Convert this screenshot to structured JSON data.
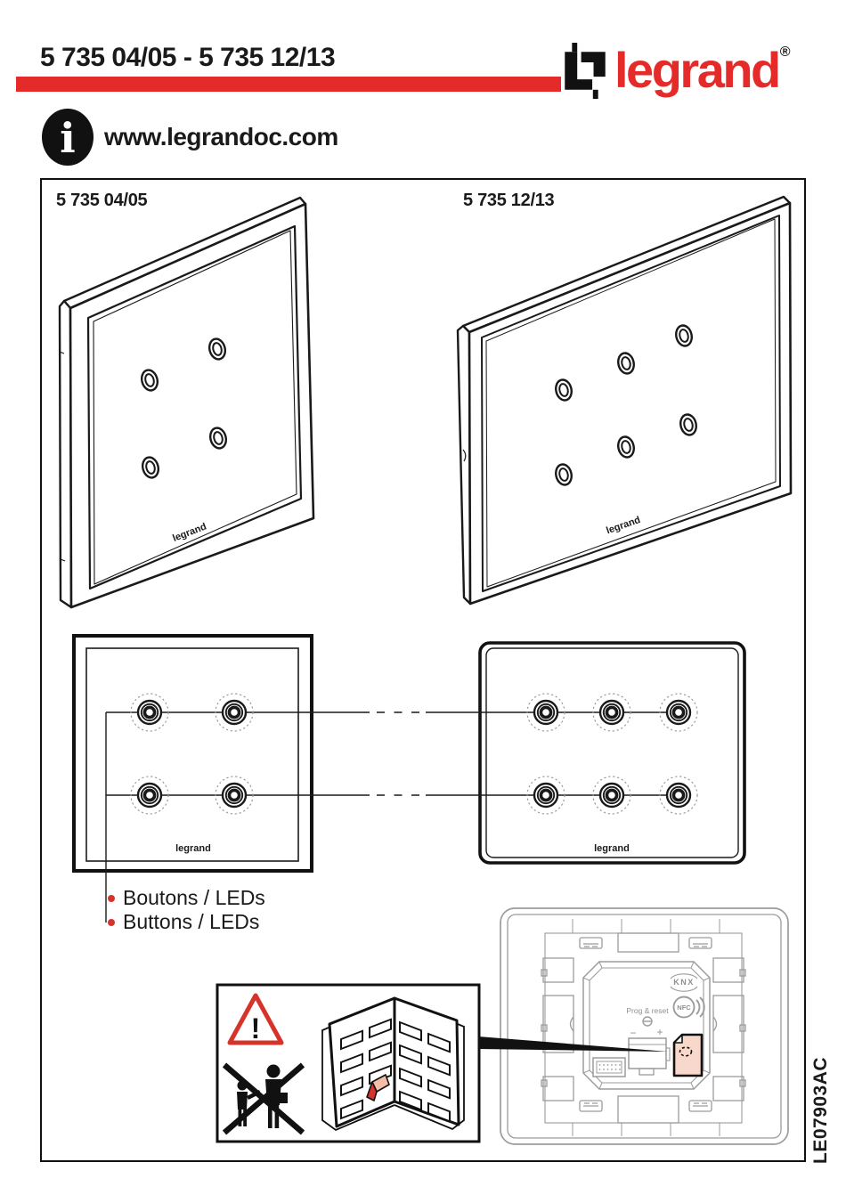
{
  "header": {
    "title": "5 735 04/05 - 5 735 12/13",
    "rule_color": "#e52b2a",
    "brand_wordmark": "legrand",
    "registered_mark": "®",
    "info_glyph": "i",
    "website": "www.legrandoc.com"
  },
  "panel_4way": {
    "ref": "5 735 04/05",
    "brand": "legrand",
    "button_count": 4
  },
  "panel_6way": {
    "ref": "5 735 12/13",
    "brand": "legrand",
    "button_count": 6
  },
  "legend": {
    "bullet_color": "#d6332b",
    "items": [
      {
        "label": "Boutons / LEDs"
      },
      {
        "label": "Buttons / LEDs"
      }
    ]
  },
  "warning": {
    "exclamation": "!",
    "triangle_color": "#d6332b"
  },
  "back_view": {
    "knx_label": "KNX",
    "nfc_label": "NFC",
    "prog_reset_label": "Prog & reset",
    "minus_label": "−",
    "plus_label": "+",
    "highlight_fill": "#f8d8ca",
    "line_color": "#9c9c9c"
  },
  "footer": {
    "doc_ref": "LE07903AC"
  }
}
